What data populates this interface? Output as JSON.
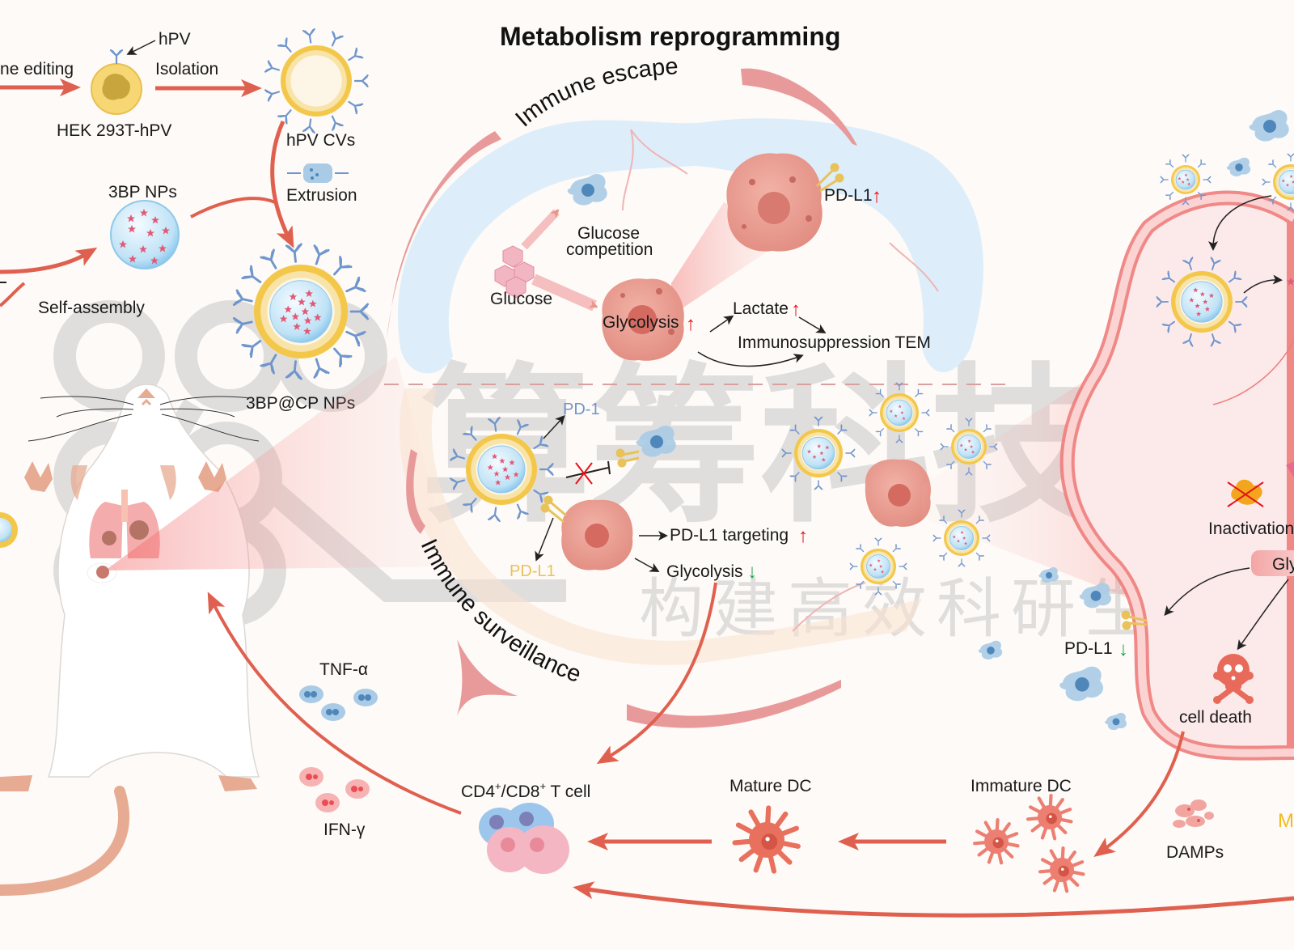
{
  "title": "Metabolism reprogramming",
  "preparation": {
    "gene_editing": "Gene editing",
    "hpv": "hPV",
    "isolation": "Isolation",
    "hek_cell": "HEK 293T-hPV",
    "hpv_cvs": "hPV CVs",
    "extrusion": "Extrusion",
    "bp_nps": "3BP NPs",
    "self_assembly": "Self-assembly",
    "bp_cp_nps": "3BP@CP NPs"
  },
  "immune_escape": {
    "curved_label": "Immune escape",
    "glucose": "Glucose",
    "glucose_competition_line1": "Glucose",
    "glucose_competition_line2": "competition",
    "glycolysis_up": "Glycolysis",
    "pd_l1_up": "PD-L1",
    "lactate_up": "Lactate",
    "immunosuppression": "Immunosuppression TEM"
  },
  "immune_surveillance": {
    "curved_label": "Immune surveillance",
    "pd1": "PD-1",
    "pd_l1": "PD-L1",
    "pd_l1_targeting": "PD-L1 targeting",
    "glycolysis_down": "Glycolysis"
  },
  "tumor_cell": {
    "inactivation": "Inactivation",
    "gly_badge": "Gly",
    "pd_l1_down": "PD-L1",
    "cell_death": "cell death",
    "partial_label": "M"
  },
  "immune_response": {
    "tnf": "TNF-α",
    "ifn": "IFN-γ",
    "t_cell_prefix": "CD4",
    "t_cell_mid": "/CD8",
    "t_cell_suffix": " T cell",
    "t_cell_sup": "+",
    "mature_dc": "Mature DC",
    "immature_dc": "Immature DC",
    "damps": "DAMPs"
  },
  "watermark": {
    "big": "算筹科技",
    "small": "构建高效科研生态"
  },
  "indicators": {
    "up_arrow": "↑",
    "down_arrow": "↓",
    "up_color": "#e8141a",
    "down_color": "#1aa34a"
  },
  "colors": {
    "arrow_red": "#e0604f",
    "pink_band": "#e89a9a",
    "blue_zone": "#ddeefa",
    "nanoparticle_gold": "#f3c74a",
    "antibody_blue": "#6f95cc",
    "tumor_pink": "#e48a80",
    "pd1_blue": "#6f95cc",
    "pdl1_gold": "#e9c25a"
  }
}
